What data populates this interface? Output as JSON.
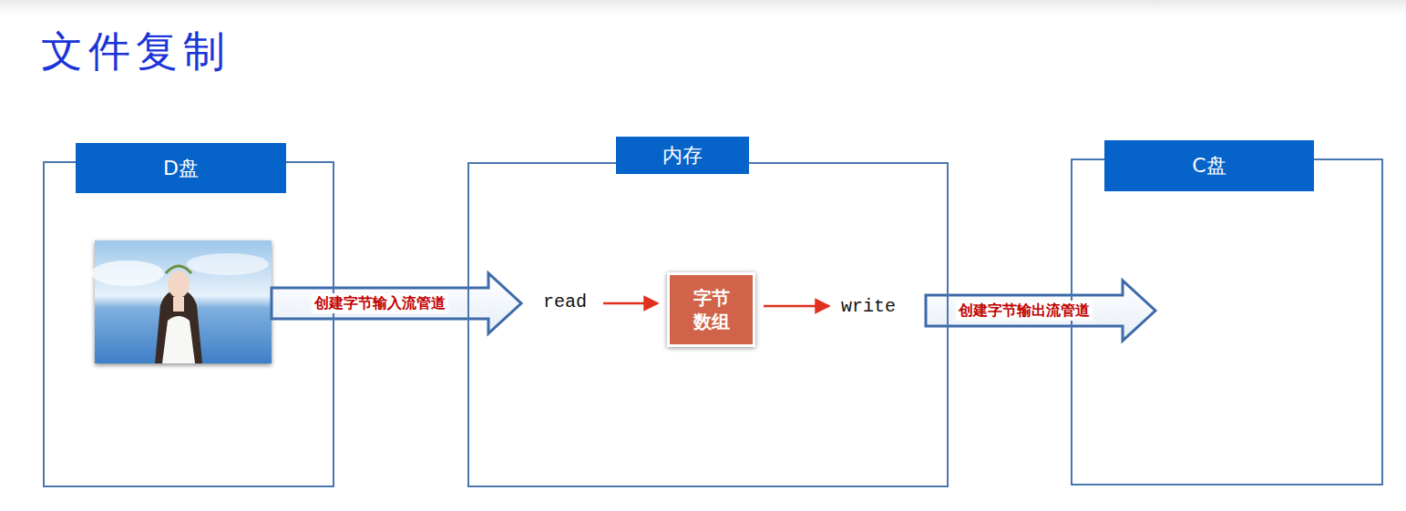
{
  "diagram": {
    "title": "文件复制",
    "nodes": [
      {
        "text": [
          "D盘"
        ]
      },
      {
        "text": [
          "内存"
        ]
      },
      {
        "text": [
          "字节 数组"
        ],
        "in": 1
      },
      {
        "text": [
          "C盘"
        ]
      }
    ],
    "edges": [
      {
        "from": 0,
        "to": 1,
        "arrow": "to",
        "label": "创建字节输入流管道"
      },
      {
        "from": 1,
        "to": 3,
        "arrow": "to",
        "label": "创建字节输出流管道"
      }
    ],
    "labels": [
      "read",
      "write"
    ]
  }
}
